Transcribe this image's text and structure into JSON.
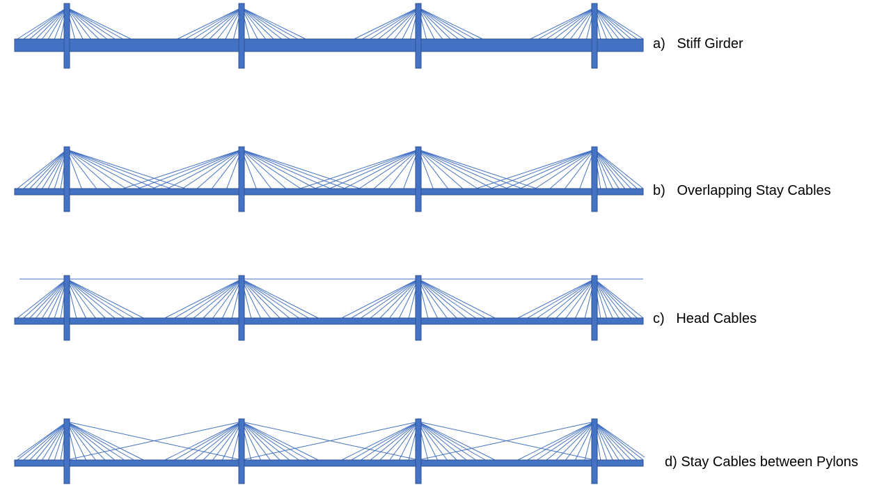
{
  "colors": {
    "structure": "#4472C4",
    "outline": "#2F528F",
    "background": "#FFFFFF"
  },
  "systems": [
    {
      "id": "a",
      "label": "a)   Stiff Girder",
      "cable_scheme": "fan-local"
    },
    {
      "id": "b",
      "label": "b)   Overlapping Stay Cables",
      "cable_scheme": "fan-overlapping"
    },
    {
      "id": "c",
      "label": "c)   Head Cables",
      "cable_scheme": "fan-local-with-head-cable"
    },
    {
      "id": "d",
      "label": "d) Stay Cables between Pylons",
      "cable_scheme": "fan-to-adjacent-pylons"
    }
  ],
  "pylons_per_system": 4,
  "cables_per_side": 8
}
